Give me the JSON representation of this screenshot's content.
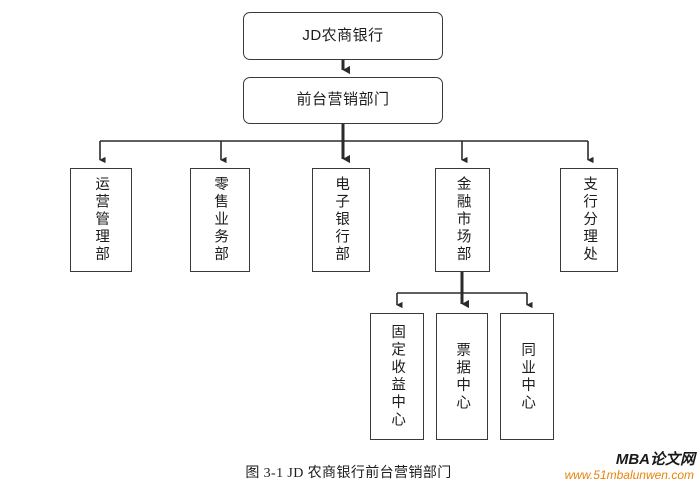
{
  "figure": {
    "caption": "图 3-1 JD 农商银行前台营销部门",
    "background_color": "#ffffff",
    "line_color": "#3a3a3a",
    "text_color": "#1d1d1d"
  },
  "chart_data": {
    "type": "diagram",
    "diagram_kind": "organizational-hierarchy",
    "title": "图 3-1 JD 农商银行前台营销部门",
    "nodes": [
      {
        "id": "root",
        "label": "JD农商银行",
        "level": 0,
        "shape": "rounded-rect",
        "orientation": "horizontal"
      },
      {
        "id": "front",
        "label": "前台营销部门",
        "level": 1,
        "shape": "rounded-rect",
        "orientation": "horizontal"
      },
      {
        "id": "ops",
        "label": "运营管理部",
        "level": 2,
        "shape": "rect",
        "orientation": "vertical"
      },
      {
        "id": "retail",
        "label": "零售业务部",
        "level": 2,
        "shape": "rect",
        "orientation": "vertical"
      },
      {
        "id": "ebank",
        "label": "电子银行部",
        "level": 2,
        "shape": "rect",
        "orientation": "vertical"
      },
      {
        "id": "market",
        "label": "金融市场部",
        "level": 2,
        "shape": "rect",
        "orientation": "vertical"
      },
      {
        "id": "branch",
        "label": "支行分理处",
        "level": 2,
        "shape": "rect",
        "orientation": "vertical"
      },
      {
        "id": "fixed",
        "label": "固定收益中心",
        "level": 3,
        "shape": "rect",
        "orientation": "vertical"
      },
      {
        "id": "bill",
        "label": "票据中心",
        "level": 3,
        "shape": "rect",
        "orientation": "vertical"
      },
      {
        "id": "interbank",
        "label": "同业中心",
        "level": 3,
        "shape": "rect",
        "orientation": "vertical"
      }
    ],
    "edges": [
      {
        "from": "root",
        "to": "front",
        "style": "arrow"
      },
      {
        "from": "front",
        "to": "ops",
        "style": "arrow"
      },
      {
        "from": "front",
        "to": "retail",
        "style": "arrow"
      },
      {
        "from": "front",
        "to": "ebank",
        "style": "arrow"
      },
      {
        "from": "front",
        "to": "market",
        "style": "arrow"
      },
      {
        "from": "front",
        "to": "branch",
        "style": "arrow"
      },
      {
        "from": "market",
        "to": "fixed",
        "style": "arrow"
      },
      {
        "from": "market",
        "to": "bill",
        "style": "arrow"
      },
      {
        "from": "market",
        "to": "interbank",
        "style": "arrow"
      }
    ]
  },
  "watermark": {
    "brand": "MBA论文网",
    "url": "www.51mbalunwen.com",
    "brand_color": "#1a1a1a",
    "url_color": "#e8830c"
  }
}
